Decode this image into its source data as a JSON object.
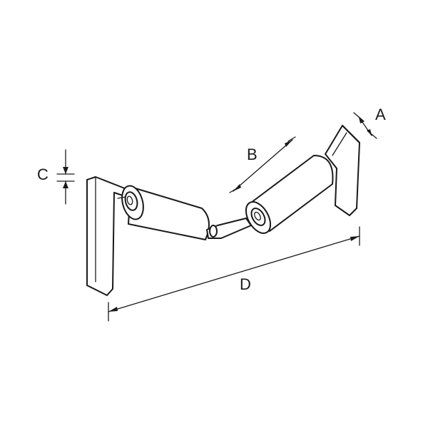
{
  "diagram": {
    "labels": {
      "A": "A",
      "B": "B",
      "C": "C",
      "D": "D"
    },
    "colors": {
      "ink": "#1a1a1a",
      "background": "#ffffff"
    }
  }
}
